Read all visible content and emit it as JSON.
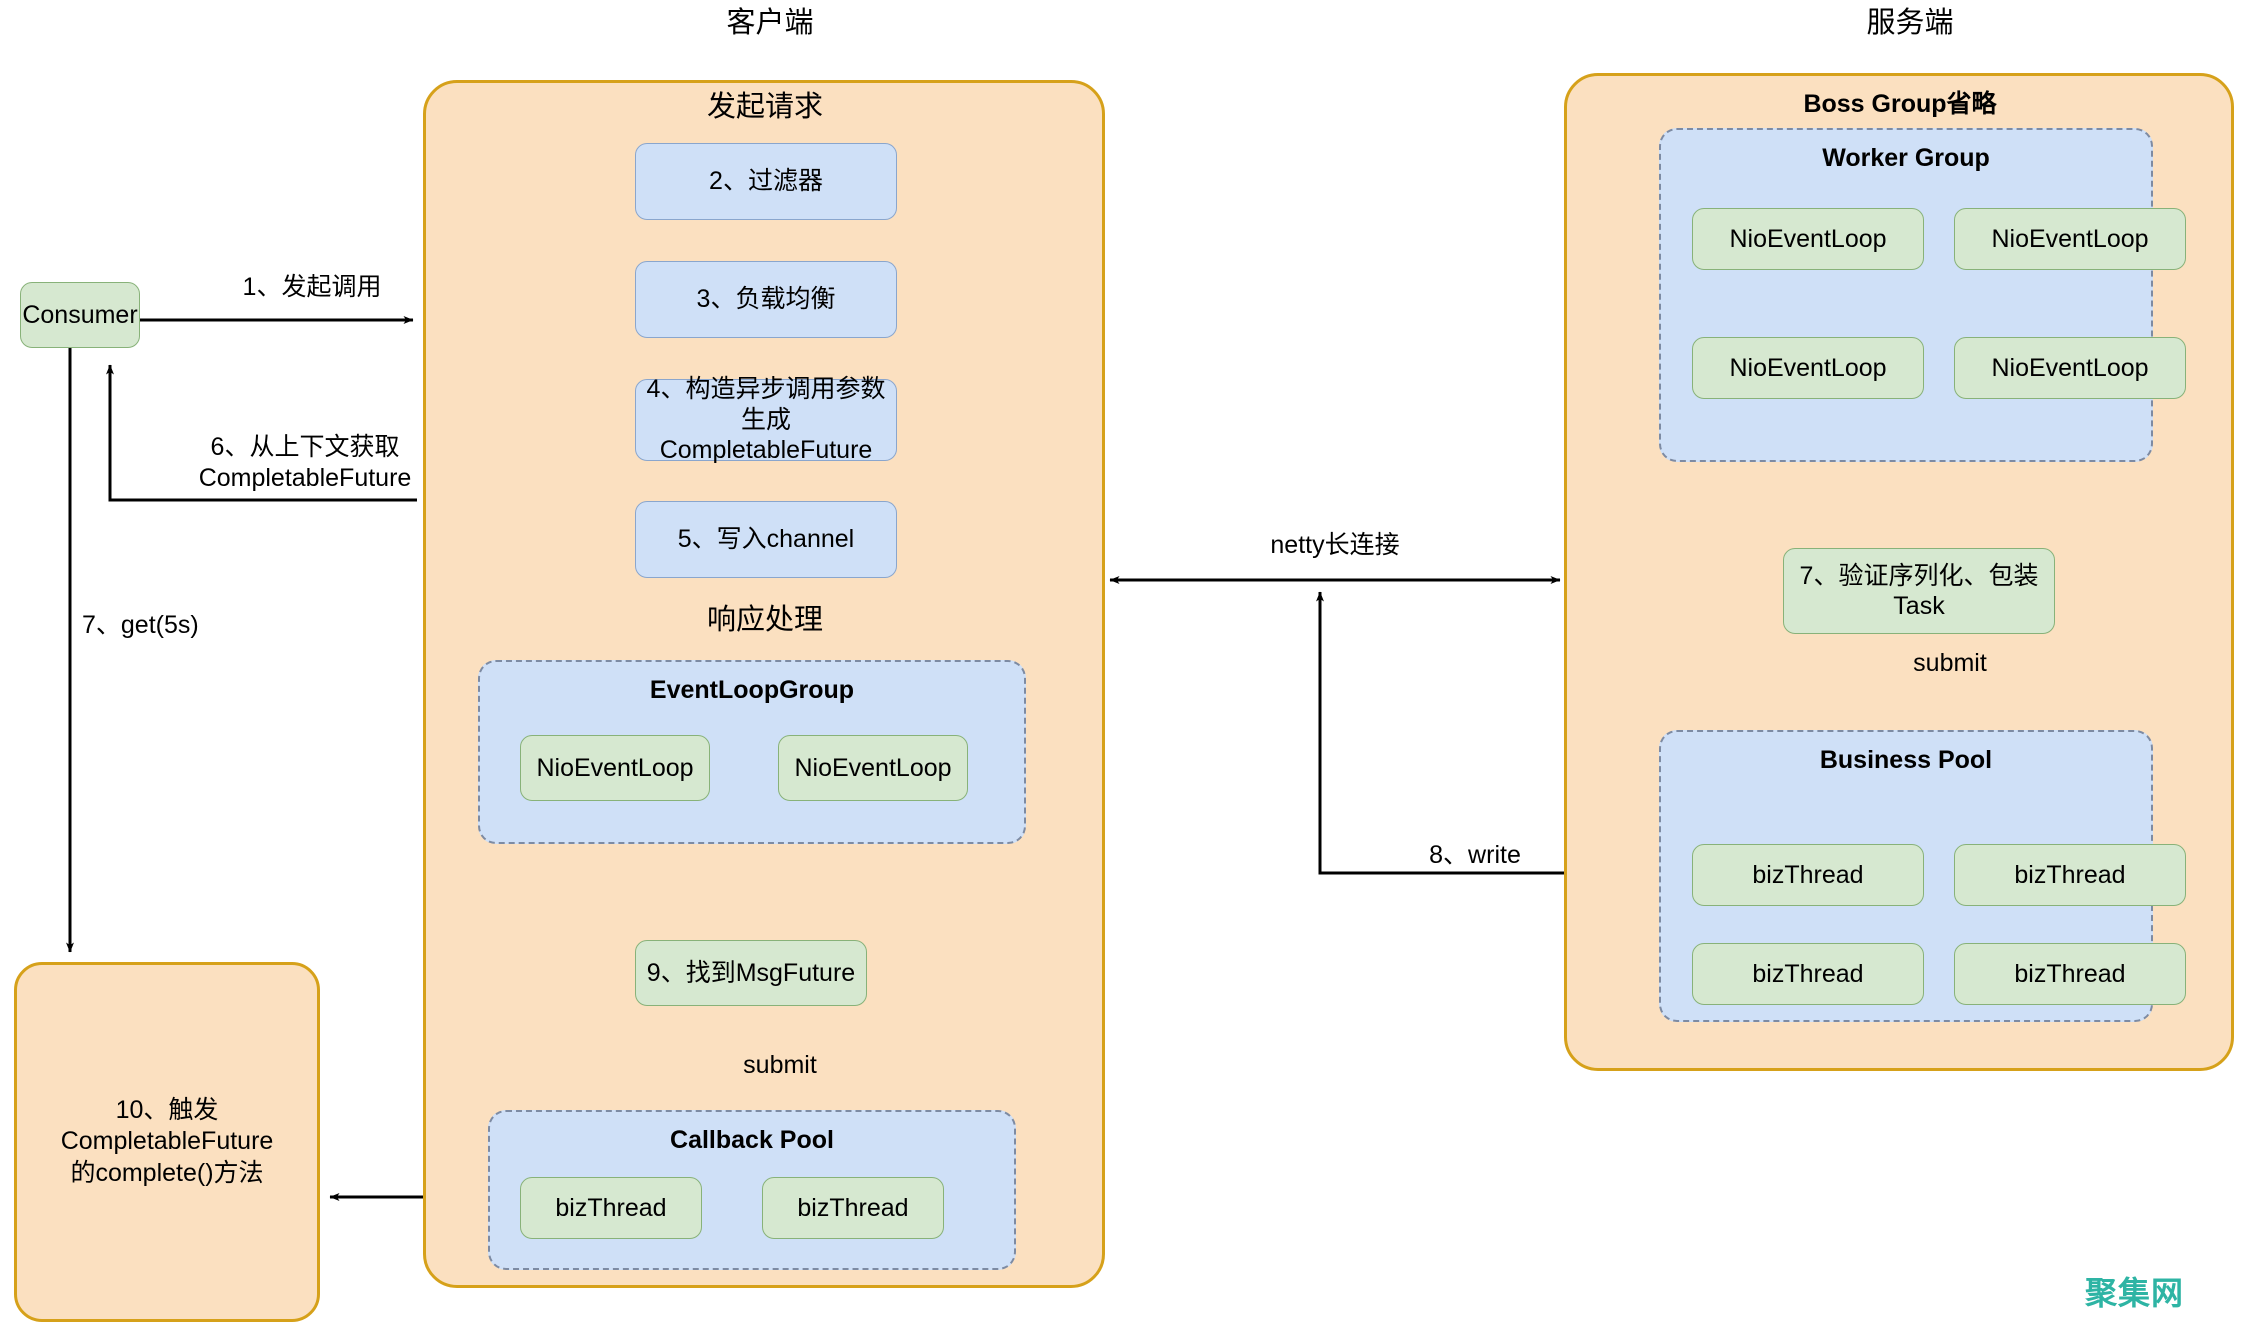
{
  "titles": {
    "client": "客户端",
    "server": "服务端"
  },
  "client": {
    "request_section_title": "发起请求",
    "response_section_title": "响应处理",
    "request_nodes": [
      {
        "label": "2、过滤器"
      },
      {
        "label": "3、负载均衡"
      },
      {
        "label": "4、构造异步调用参数\n生成CompletableFuture"
      },
      {
        "label": "5、写入channel"
      }
    ],
    "event_loop_group": {
      "title": "EventLoopGroup",
      "threads": [
        "NioEventLoop",
        "NioEventLoop"
      ]
    },
    "msg_future_node": {
      "label": "9、找到MsgFuture"
    },
    "submit_label": "submit",
    "callback_pool": {
      "title": "Callback Pool",
      "threads": [
        "bizThread",
        "bizThread"
      ]
    }
  },
  "consumer": {
    "label": "Consumer"
  },
  "complete_box": {
    "label": "10、触发CompletableFuture\n的complete()方法"
  },
  "server": {
    "boss_group_title": "Boss Group省略",
    "worker_group": {
      "title": "Worker Group",
      "threads": [
        "NioEventLoop",
        "NioEventLoop",
        "NioEventLoop",
        "NioEventLoop"
      ]
    },
    "verify_node": {
      "label": "7、验证序列化、包装\nTask"
    },
    "submit_label": "submit",
    "business_pool": {
      "title": "Business Pool",
      "threads": [
        "bizThread",
        "bizThread",
        "bizThread",
        "bizThread"
      ]
    }
  },
  "edges": {
    "invoke": "1、发起调用",
    "get_future": "6、从上下文获取\nCompletableFuture",
    "get5s": "7、get(5s)",
    "netty": "netty长连接",
    "write": "8、write"
  },
  "watermark": "聚集网",
  "colors": {
    "orange_fill": "#fbe0c0",
    "orange_border": "#d6a11a",
    "blue_fill": "#cfe0f7",
    "blue_border": "#8aa6cd",
    "green_fill": "#d6e8d0",
    "green_border": "#88b279",
    "dash_border": "#7d8ba3",
    "watermark": "#2eb4a4"
  }
}
